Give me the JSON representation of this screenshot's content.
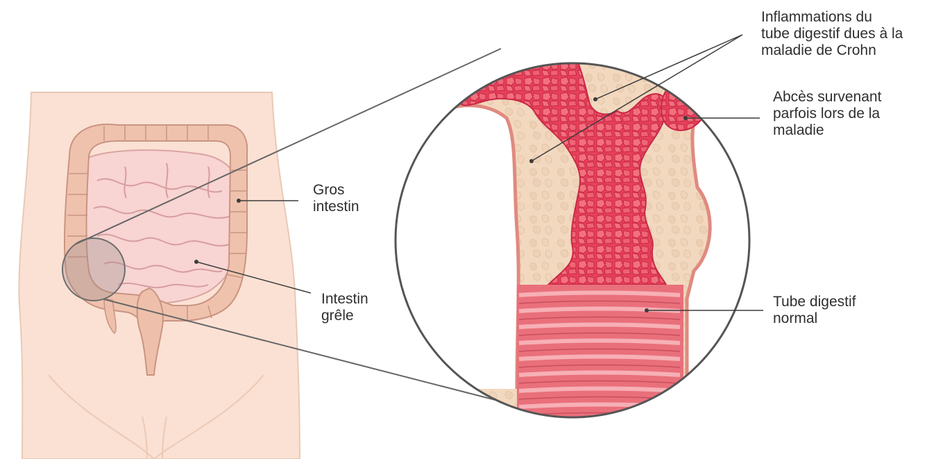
{
  "labels": {
    "gros_intestin": [
      "Gros",
      "intestin"
    ],
    "intestin_grele": [
      "Intestin",
      "grêle"
    ],
    "inflammations": [
      "Inflammations du",
      "tube digestif dues à la",
      "maladie de Crohn"
    ],
    "abces": [
      "Abcès survenant",
      "parfois lors de la",
      "maladie"
    ],
    "tube_normal": [
      "Tube digestif",
      "normal"
    ]
  },
  "colors": {
    "skin": "#fbe1d3",
    "skin_outline": "#e8c5b2",
    "colon": "#eec0ac",
    "colon_outline": "#c99481",
    "small_intestine": "#f8d2cf",
    "tissue": "#f2d7bd",
    "inflamed": "#e6405a",
    "inflamed_cell": "#f06c80",
    "wall": "#e08a80",
    "normal_tube": "#e9707b",
    "line": "#4a4a4a",
    "zoom_line": "#666666"
  }
}
